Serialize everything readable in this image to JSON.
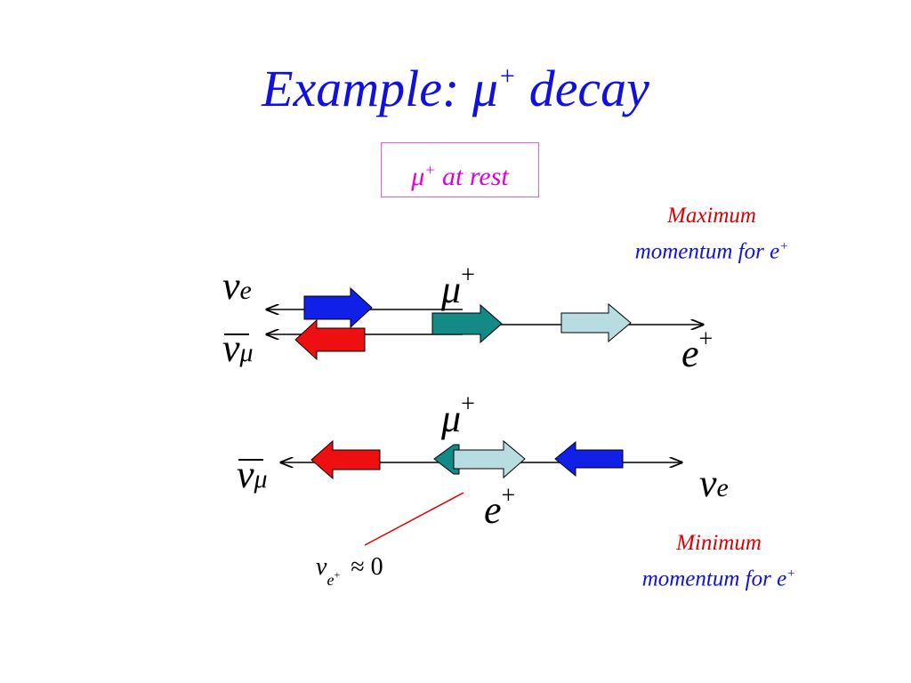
{
  "title": {
    "text": "Example: ",
    "mu": "μ",
    "plus": "+",
    "decay": " decay"
  },
  "rest_box": {
    "mu": "μ",
    "plus": "+",
    "text": " at rest"
  },
  "note_max": {
    "line1": "Maximum",
    "line2": "momentum for e",
    "plus": "+"
  },
  "note_min": {
    "line1": "Minimum",
    "line2": "momentum for e",
    "plus": "+"
  },
  "top_diagram": {
    "nu_e": {
      "nu": "ν",
      "sub": "e"
    },
    "nu_mu_bar": {
      "nu": "ν",
      "sub": "μ"
    },
    "mu_plus": {
      "mu": "μ",
      "plus": "+"
    },
    "e_plus": {
      "e": "e",
      "plus": "+"
    }
  },
  "bottom_diagram": {
    "nu_mu_bar": {
      "nu": "ν",
      "sub": "μ"
    },
    "mu_plus": {
      "mu": "μ",
      "plus": "+"
    },
    "e_plus": {
      "e": "e",
      "plus": "+"
    },
    "nu_e": {
      "nu": "ν",
      "sub": "e"
    }
  },
  "velocity_note": {
    "v": "v",
    "sub": "e",
    "sub_plus": "+",
    "approx": "≈ 0"
  },
  "colors": {
    "title_blue": "#1010e0",
    "magenta": "#e000e0",
    "note_red": "#e00000",
    "neutrino_e_blue": "#1020e8",
    "antineutrino_mu_red": "#ee1010",
    "muon_teal": "#148a86",
    "positron_lightblue": "#b8dde0"
  }
}
